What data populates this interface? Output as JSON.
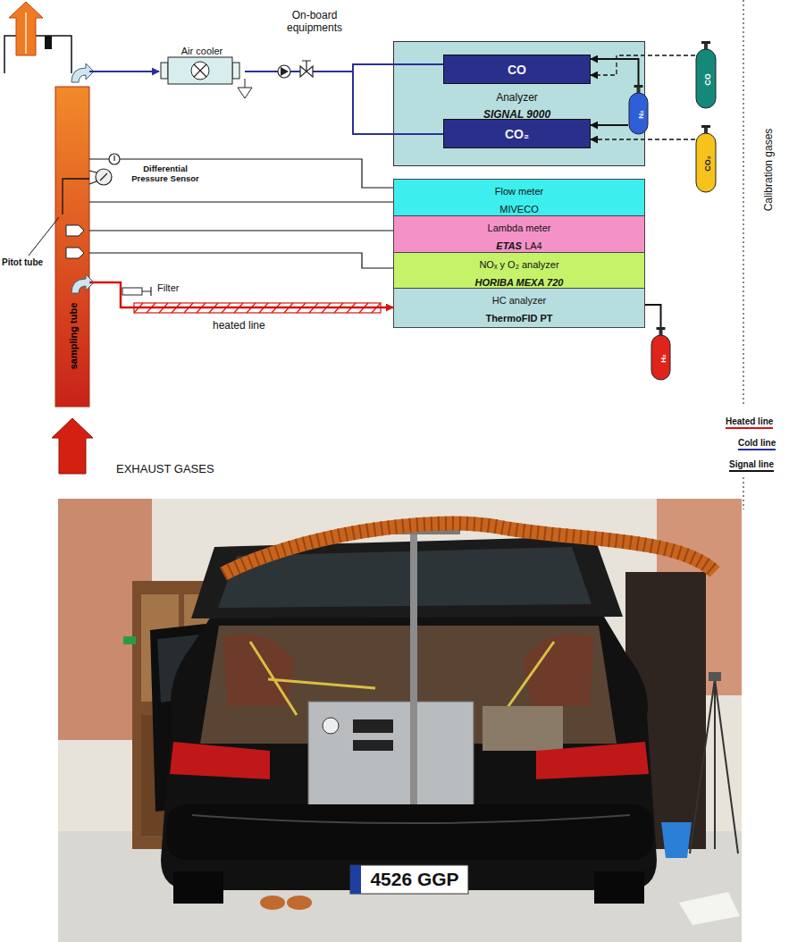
{
  "diagram": {
    "nodes": [
      {
        "text": [
          "sampling tube"
        ]
      },
      {
        "text": [
          "Air cooler"
        ]
      },
      {
        "text": [
          "Analyzer",
          "SIGNAL 9000"
        ]
      },
      {
        "text": [
          "CO"
        ],
        "in": 2
      },
      {
        "text": [
          "CO₂"
        ],
        "in": 2
      },
      {
        "text": [
          "N₂"
        ],
        "in": 2
      },
      {
        "text": [
          "CO"
        ]
      },
      {
        "text": [
          "CO₂"
        ]
      },
      {
        "text": [
          "Flow meter",
          "MIVECO"
        ]
      },
      {
        "text": [
          "Lambda meter",
          "ETAS",
          "LA4"
        ]
      },
      {
        "text": [
          "NOₓ y O₂ analyzer",
          "HORIBA MEXA 720"
        ]
      },
      {
        "text": [
          "HC analyzer",
          "ThermoFID PT"
        ]
      },
      {
        "text": [
          "H₂"
        ]
      }
    ],
    "edges": [
      {
        "from": 0,
        "to": 1,
        "arrow": "to"
      },
      {
        "from": 1,
        "to": 3,
        "arrow": "none"
      },
      {
        "from": 1,
        "to": 4,
        "arrow": "none"
      },
      {
        "from": 0,
        "to": 8,
        "arrow": "none"
      },
      {
        "from": 0,
        "to": 8,
        "arrow": "none"
      },
      {
        "from": 0,
        "to": 9,
        "arrow": "none"
      },
      {
        "from": 0,
        "to": 10,
        "arrow": "none"
      },
      {
        "from": 0,
        "to": 11,
        "arrow": "to"
      },
      {
        "from": 5,
        "to": 3,
        "arrow": "to"
      },
      {
        "from": 5,
        "to": 4,
        "arrow": "to"
      },
      {
        "from": 6,
        "to": 3,
        "arrow": "to"
      },
      {
        "from": 7,
        "to": 4,
        "arrow": "to"
      },
      {
        "from": 12,
        "to": 11,
        "arrow": "none"
      }
    ],
    "labels": [
      "On-board equipments",
      "Differential Pressure Sensor",
      "Pitot tube",
      "Filter",
      "heated line",
      "EXHAUST GASES",
      "Calibration gases",
      "4526 GGP"
    ],
    "legend": [
      {
        "text": "Heated line"
      },
      {
        "text": "Cold line"
      },
      {
        "text": "Signal line"
      }
    ]
  }
}
